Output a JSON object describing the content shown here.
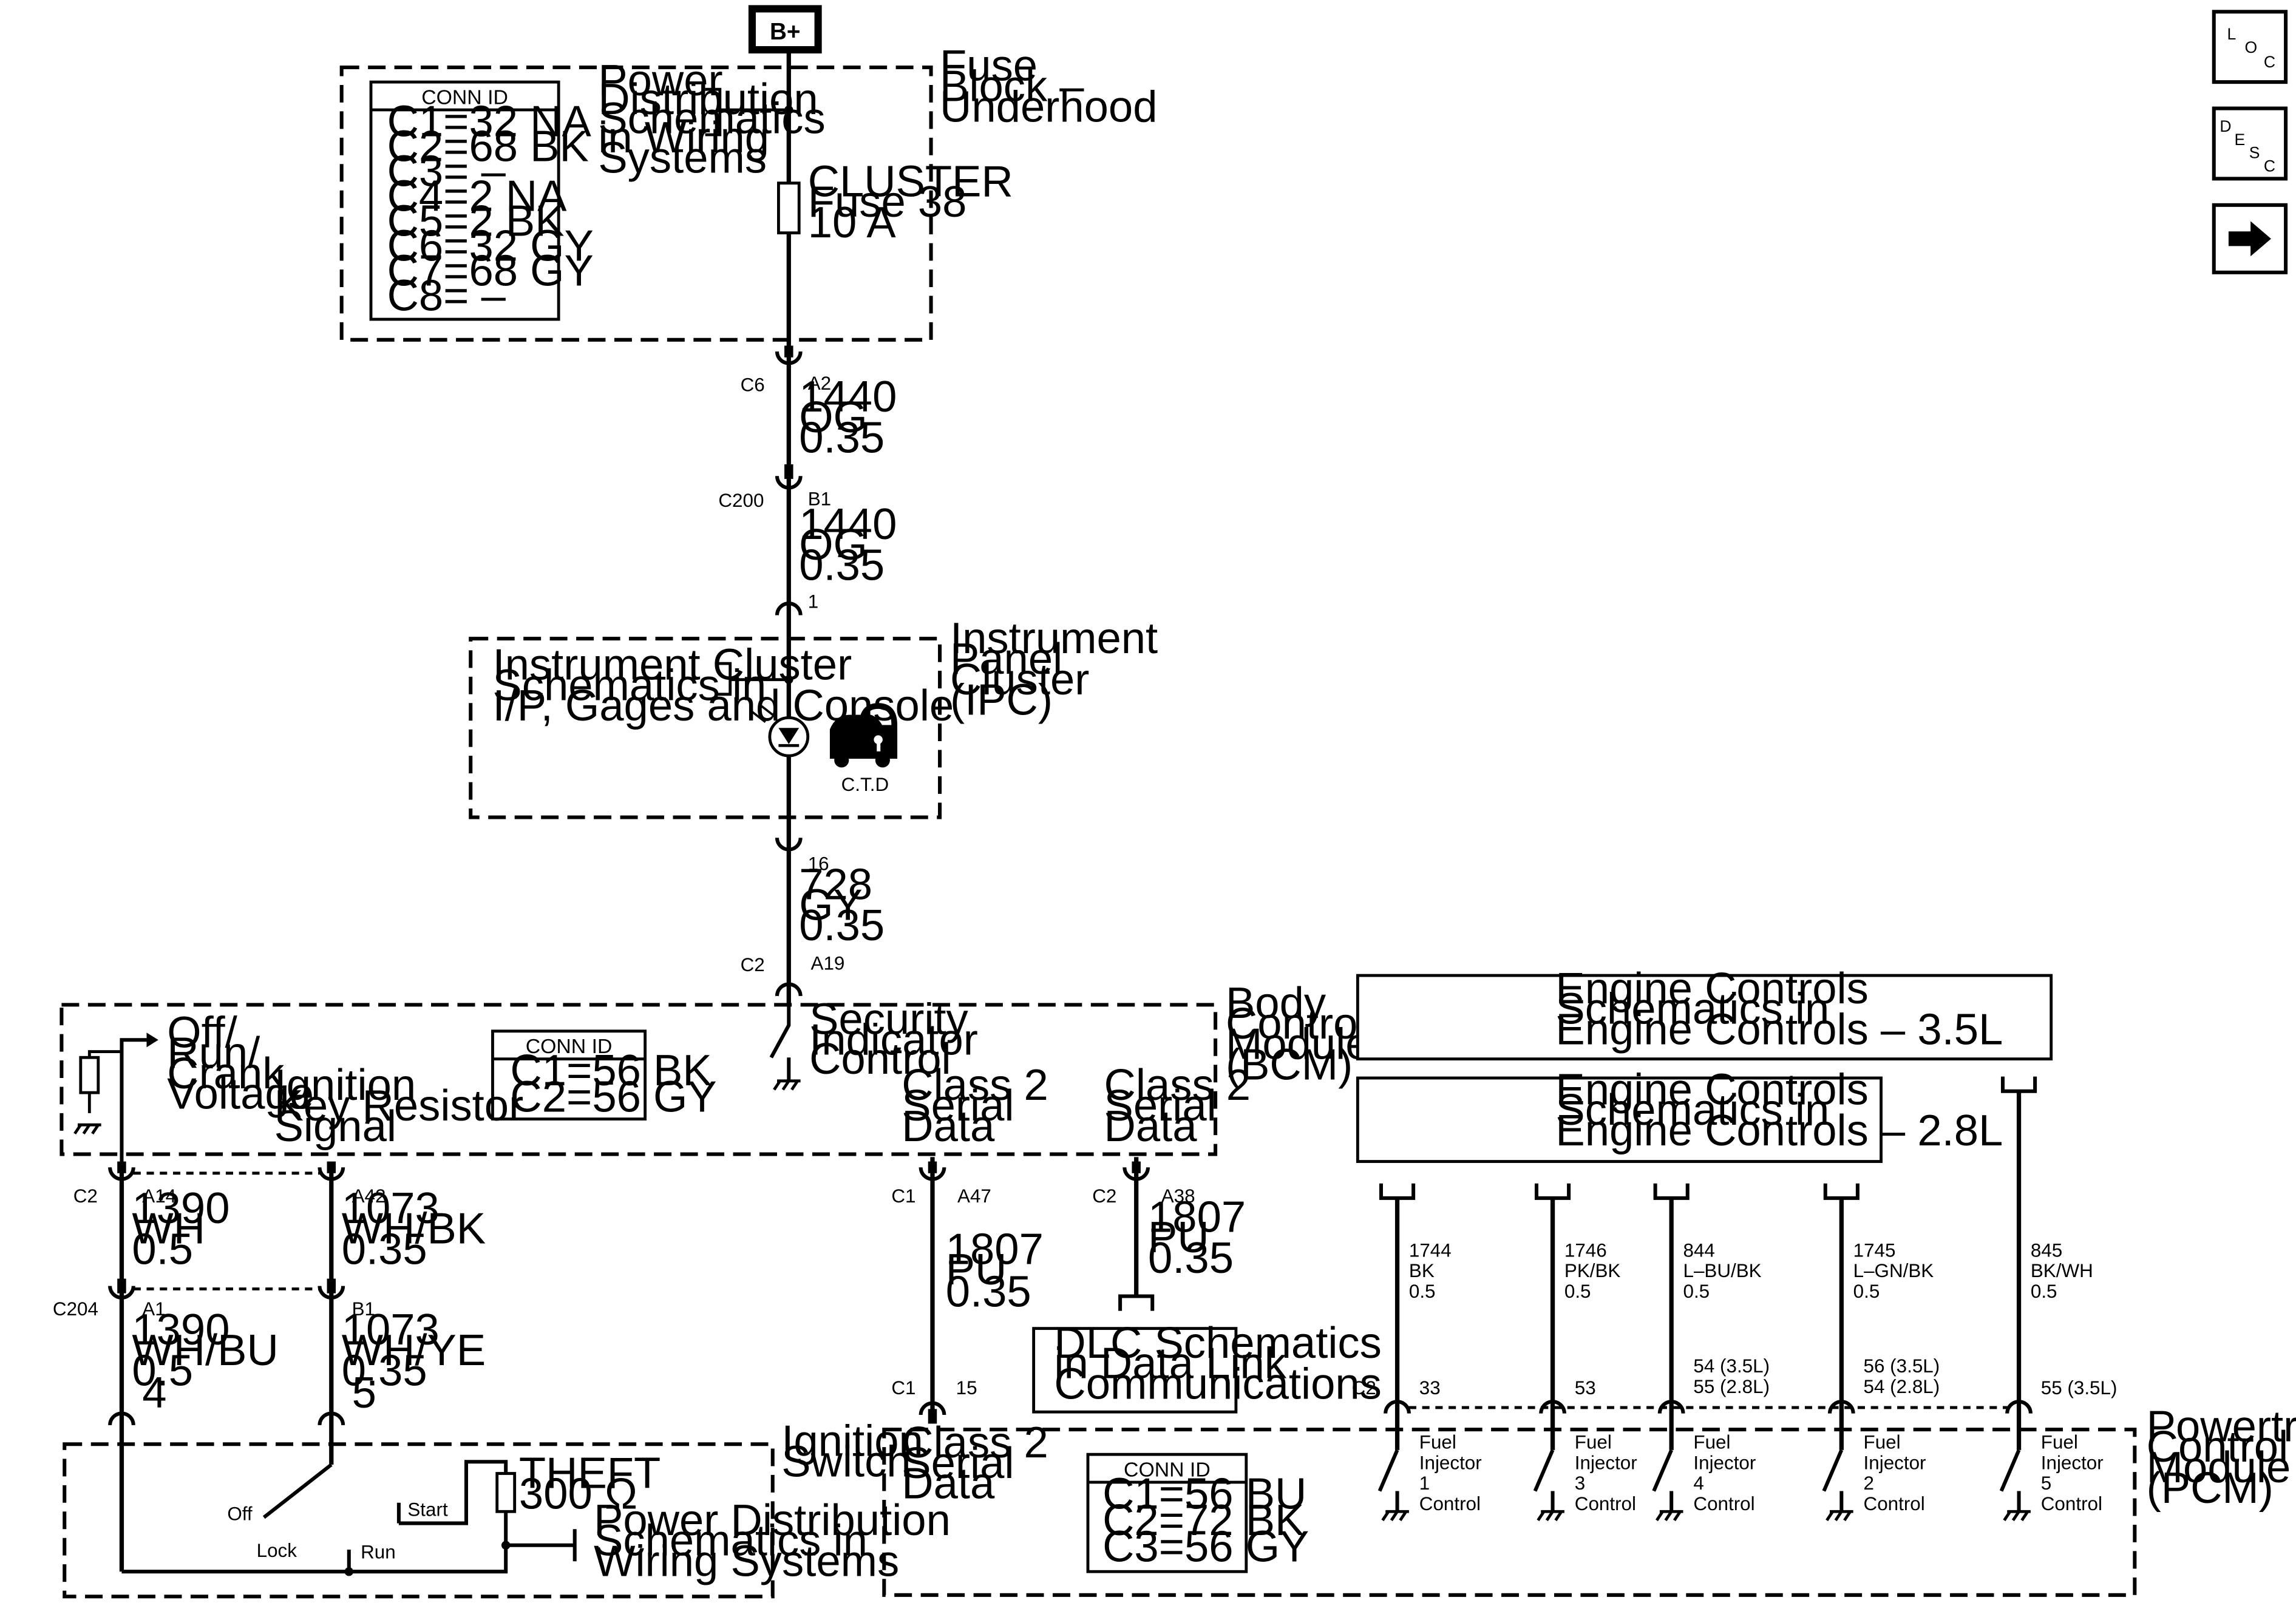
{
  "power": {
    "label": "B+"
  },
  "fuse_block": {
    "title": [
      "Fuse",
      "Block –",
      "Underhood"
    ],
    "conn_title": "CONN ID",
    "conn_items": [
      "C1=32 NA",
      "C2=68 BK",
      "C3= –",
      "C4=2 NA",
      "C5=2 BK",
      "C6=32 GY",
      "C7=68 GY",
      "C8= –"
    ],
    "power_ref": [
      "Power",
      "Distribution",
      "Schematics",
      "in Wiring",
      "Systems"
    ],
    "fuse_label": [
      "CLUSTER",
      "Fuse 38",
      "10 A"
    ]
  },
  "wires_top": {
    "c6": "C6",
    "a2": "A2",
    "w1": [
      "1440",
      "OG",
      "0.35"
    ],
    "c200": "C200",
    "b1": "B1",
    "w2": [
      "1440",
      "OG",
      "0.35"
    ],
    "pin1": "1"
  },
  "ipc": {
    "title": [
      "Instrument",
      "Panel",
      "Cluster",
      "(IPC)"
    ],
    "ref": [
      "Instrument Cluster",
      "Schematics in",
      "I/P, Gages and Console"
    ],
    "ctd": "C.T.D",
    "pin16": "16",
    "w3": [
      "728",
      "GY",
      "0.35"
    ],
    "c2": "C2",
    "a19": "A19"
  },
  "bcm": {
    "title": [
      "Body",
      "Control",
      "Module",
      "(BCM)"
    ],
    "security": [
      "Security",
      "Indicator",
      "Control"
    ],
    "conn_title": "CONN ID",
    "conn_items": [
      "C1=56 BK",
      "C2=56 GY"
    ],
    "off_run": [
      "Off/",
      "Run/",
      "Crank",
      "Voltage"
    ],
    "ign_key": [
      "Ignition",
      "Key Resistor",
      "Signal"
    ],
    "class2a": [
      "Class 2",
      "Serial",
      "Data"
    ],
    "class2b": [
      "Class 2",
      "Serial",
      "Data"
    ]
  },
  "left_wires": {
    "c2": "C2",
    "a14": "A14",
    "w_a14": [
      "1390",
      "WH",
      "0.5"
    ],
    "a42": "A42",
    "w_a42": [
      "1073",
      "WH/BK",
      "0.35"
    ],
    "c204": "C204",
    "a1": "A1",
    "w_a1": [
      "1390",
      "WH/BU",
      "0.5"
    ],
    "pin4": "4",
    "b1": "B1",
    "w_b1": [
      "1073",
      "WH/YE",
      "0.35"
    ],
    "pin5": "5"
  },
  "ignition_switch": {
    "title": [
      "Ignition",
      "Switch"
    ],
    "off": "Off",
    "start": "Start",
    "lock": "Lock",
    "run": "Run",
    "theft": [
      "THEFT",
      "300 Ω"
    ],
    "power_ref": [
      "Power Distribution",
      "Schematics in",
      "Wiring Systems"
    ]
  },
  "serial_wires": {
    "c1": "C1",
    "a47": "A47",
    "w_a47": [
      "1807",
      "PU",
      "0.35"
    ],
    "c1b": "C1",
    "pin15": "15",
    "c2": "C2",
    "a38": "A38",
    "w_a38": [
      "1807",
      "PU",
      "0.35"
    ],
    "dlc": [
      "DLC Schematics",
      "in Data Link",
      "Communications"
    ]
  },
  "engine": {
    "box35": [
      "Engine Controls",
      "Schematics in",
      "Engine Controls – 3.5L"
    ],
    "box28": [
      "Engine Controls",
      "Schematics in",
      "Engine Controls – 2.8L"
    ],
    "wires": [
      {
        "circuit": [
          "1744",
          "BK",
          "0.5"
        ],
        "pin": [
          "33"
        ],
        "label": [
          "Fuel",
          "Injector",
          "1",
          "Control"
        ]
      },
      {
        "circuit": [
          "1746",
          "PK/BK",
          "0.5"
        ],
        "pin": [
          "53"
        ],
        "label": [
          "Fuel",
          "Injector",
          "3",
          "Control"
        ]
      },
      {
        "circuit": [
          "844",
          "L–BU/BK",
          "0.5"
        ],
        "pin": [
          "54 (3.5L)",
          "55 (2.8L)"
        ],
        "label": [
          "Fuel",
          "Injector",
          "4",
          "Control"
        ]
      },
      {
        "circuit": [
          "1745",
          "L–GN/BK",
          "0.5"
        ],
        "pin": [
          "56 (3.5L)",
          "54 (2.8L)"
        ],
        "label": [
          "Fuel",
          "Injector",
          "2",
          "Control"
        ]
      },
      {
        "circuit": [
          "845",
          "BK/WH",
          "0.5"
        ],
        "pin": [
          "55 (3.5L)"
        ],
        "label": [
          "Fuel",
          "Injector",
          "5",
          "Control"
        ]
      }
    ],
    "c2": "C2"
  },
  "pcm": {
    "title": [
      "Powertrain",
      "Control",
      "Module",
      "(PCM)"
    ],
    "class2": [
      "Class 2",
      "Serial",
      "Data"
    ],
    "conn_title": "CONN ID",
    "conn_items": [
      "C1=56 BU",
      "C2=72 BK",
      "C3=56 GY"
    ]
  },
  "nav": {
    "loc": [
      "L",
      "O",
      "C"
    ],
    "desc": [
      "D",
      "E",
      "S",
      "C"
    ],
    "next_icon": "arrow-right-icon"
  }
}
